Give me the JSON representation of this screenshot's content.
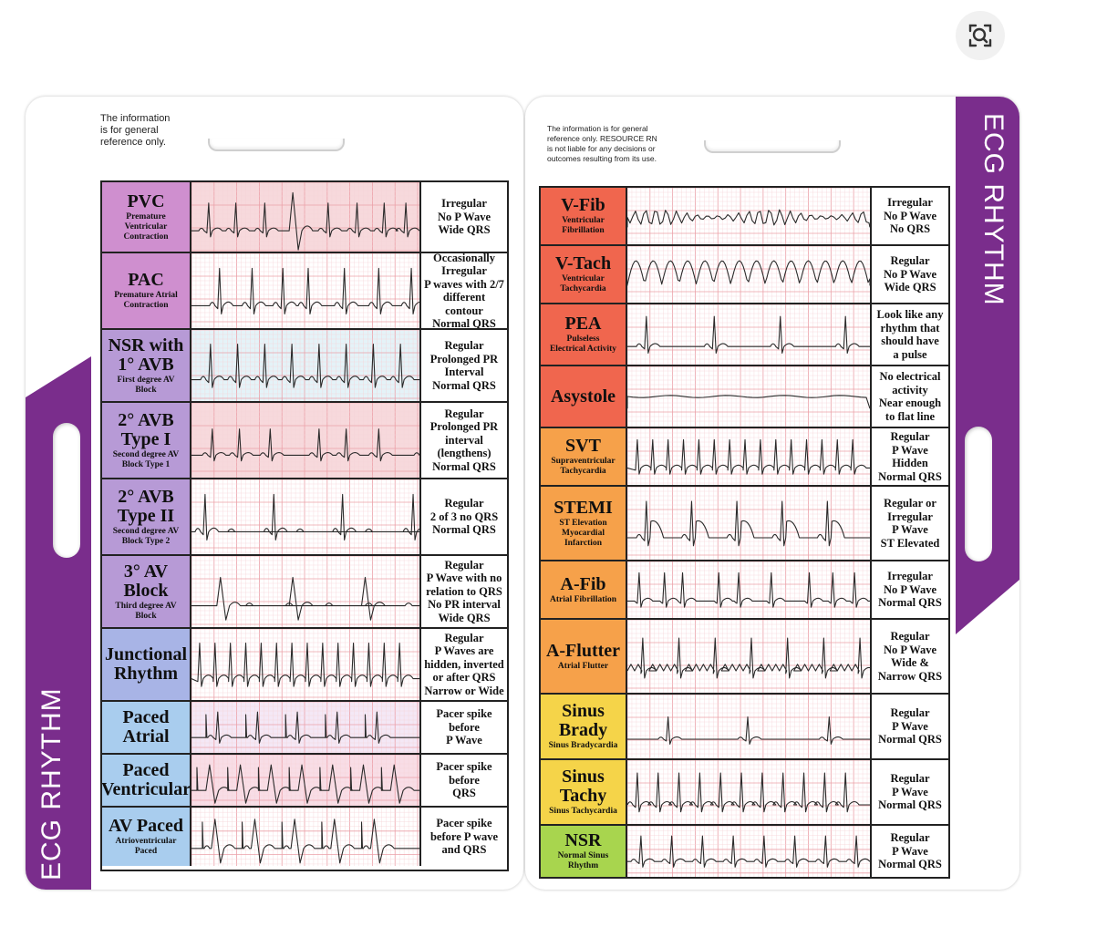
{
  "lens_icon": "visual-search-icon",
  "left_card": {
    "disclaimer": "The information\nis for general\nreference only.",
    "stripe_title": "ECG RHYTHM",
    "rows": [
      {
        "name": "PVC",
        "sub": "Premature\nVentricular\nContraction",
        "desc": "Irregular\nNo P Wave\nWide QRS",
        "color": "#cf8fcf",
        "wave": "pvc"
      },
      {
        "name": "PAC",
        "sub": "Premature Atrial\nContraction",
        "desc": "Occasionally\nIrregular\nP waves with 2/7\ndifferent contour\nNormal QRS",
        "color": "#cf8fcf",
        "wave": "pac"
      },
      {
        "name": "NSR with\n1° AVB",
        "sub": "First degree AV\nBlock",
        "desc": "Regular\nProlonged PR\nInterval\nNormal QRS",
        "color": "#b79ad6",
        "wave": "avb1"
      },
      {
        "name": "2° AVB\nType I",
        "sub": "Second degree AV\nBlock Type 1",
        "desc": "Regular\nProlonged PR\ninterval\n(lengthens)\nNormal QRS",
        "color": "#b79ad6",
        "wave": "avb2i"
      },
      {
        "name": "2° AVB\nType II",
        "sub": "Second degree AV\nBlock Type 2",
        "desc": "Regular\n2 of 3 no QRS\nNormal QRS",
        "color": "#b79ad6",
        "wave": "avb2ii"
      },
      {
        "name": "3° AV\nBlock",
        "sub": "Third degree AV\nBlock",
        "desc": "Regular\nP Wave with no\nrelation to QRS\nNo PR interval\nWide QRS",
        "color": "#b79ad6",
        "wave": "avb3"
      },
      {
        "name": "Junctional\nRhythm",
        "sub": "",
        "desc": "Regular\nP Waves are\nhidden, inverted\nor after QRS\nNarrow or Wide",
        "color": "#a8b4e6",
        "wave": "junctional"
      },
      {
        "name": "Paced\nAtrial",
        "sub": "",
        "desc": "Pacer spike\nbefore\nP Wave",
        "color": "#a9cdee",
        "wave": "paced_a"
      },
      {
        "name": "Paced\nVentricular",
        "sub": "",
        "desc": "Pacer spike\nbefore\nQRS",
        "color": "#a9cdee",
        "wave": "paced_v"
      },
      {
        "name": "AV Paced",
        "sub": "Atrioventricular\nPaced",
        "desc": "Pacer spike\nbefore P wave\nand QRS",
        "color": "#a9cdee",
        "wave": "paced_av"
      }
    ]
  },
  "right_card": {
    "disclaimer": "The information is for general\nreference only. RESOURCE RN\nis not liable for any decisions or\noutcomes resulting from its use.",
    "stripe_title": "ECG RHYTHM",
    "rows": [
      {
        "name": "V-Fib",
        "sub": "Ventricular\nFibrillation",
        "desc": "Irregular\nNo P Wave\nNo QRS",
        "color": "#f0664e",
        "wave": "vfib"
      },
      {
        "name": "V-Tach",
        "sub": "Ventricular\nTachycardia",
        "desc": "Regular\nNo P Wave\nWide QRS",
        "color": "#f0664e",
        "wave": "vtach"
      },
      {
        "name": "PEA",
        "sub": "Pulseless\nElectrical Activity",
        "desc": "Look like any\nrhythm that\nshould have\na pulse",
        "color": "#f0664e",
        "wave": "pea"
      },
      {
        "name": "Asystole",
        "sub": "",
        "desc": "No electrical\nactivity\nNear enough\nto flat line",
        "color": "#f0664e",
        "wave": "asystole"
      },
      {
        "name": "SVT",
        "sub": "Supraventricular\nTachycardia",
        "desc": "Regular\nP Wave\nHidden\nNormal QRS",
        "color": "#f6a14a",
        "wave": "svt"
      },
      {
        "name": "STEMI",
        "sub": "ST Elevation\nMyocardial\nInfarction",
        "desc": "Regular or\nIrregular\nP Wave\nST Elevated",
        "color": "#f6a14a",
        "wave": "stemi"
      },
      {
        "name": "A-Fib",
        "sub": "Atrial Fibrillation",
        "desc": "Irregular\nNo P Wave\nNormal QRS",
        "color": "#f6a14a",
        "wave": "afib"
      },
      {
        "name": "A-Flutter",
        "sub": "Atrial Flutter",
        "desc": "Regular\nNo P Wave\nWide &\nNarrow QRS",
        "color": "#f6a14a",
        "wave": "aflutter"
      },
      {
        "name": "Sinus\nBrady",
        "sub": "Sinus Bradycardia",
        "desc": "Regular\nP Wave\nNormal QRS",
        "color": "#f5d449",
        "wave": "brady"
      },
      {
        "name": "Sinus\nTachy",
        "sub": "Sinus Tachycardia",
        "desc": "Regular\nP Wave\nNormal QRS",
        "color": "#f5d449",
        "wave": "tachy"
      },
      {
        "name": "NSR",
        "sub": "Normal Sinus\nRhythm",
        "desc": "Regular\nP Wave\nNormal QRS",
        "color": "#a8d54e",
        "wave": "nsr"
      }
    ]
  }
}
